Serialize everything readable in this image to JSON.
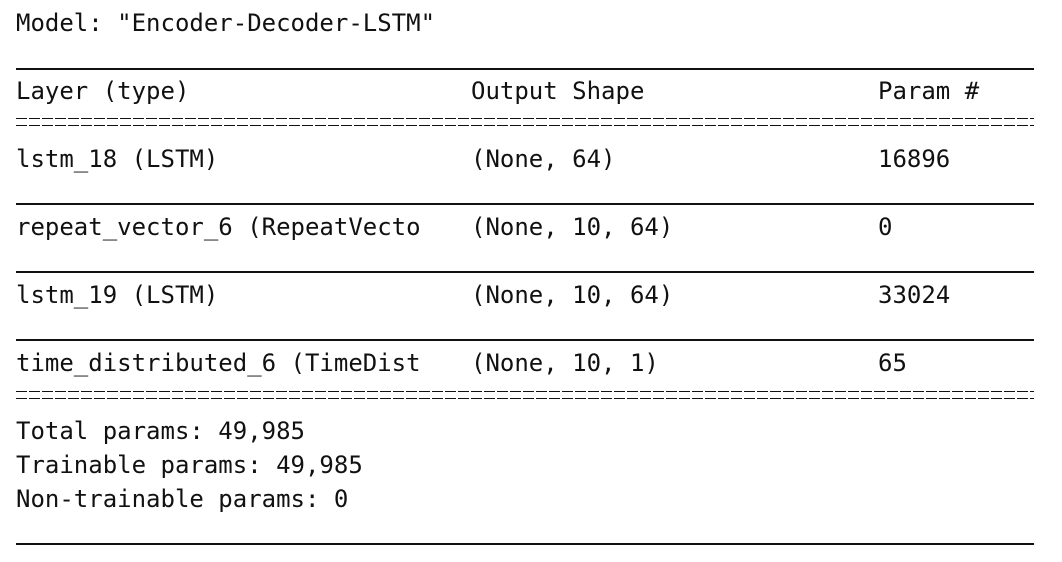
{
  "model_title": "Model: \"Encoder-Decoder-LSTM\"",
  "headers": {
    "layer": "Layer (type)",
    "output_shape": "Output Shape",
    "params": "Param #"
  },
  "rows": [
    {
      "layer": "lstm_18 (LSTM)",
      "output_shape": "(None, 64)",
      "params": "16896"
    },
    {
      "layer": "repeat_vector_6 (RepeatVecto",
      "output_shape": "(None, 10, 64)",
      "params": "0"
    },
    {
      "layer": "lstm_19 (LSTM)",
      "output_shape": "(None, 10, 64)",
      "params": "33024"
    },
    {
      "layer": "time_distributed_6 (TimeDist",
      "output_shape": "(None, 10, 1)",
      "params": "65"
    }
  ],
  "totals": {
    "total": "Total params: 49,985",
    "trainable": "Trainable params: 49,985",
    "non_trainable": "Non-trainable params: 0"
  }
}
